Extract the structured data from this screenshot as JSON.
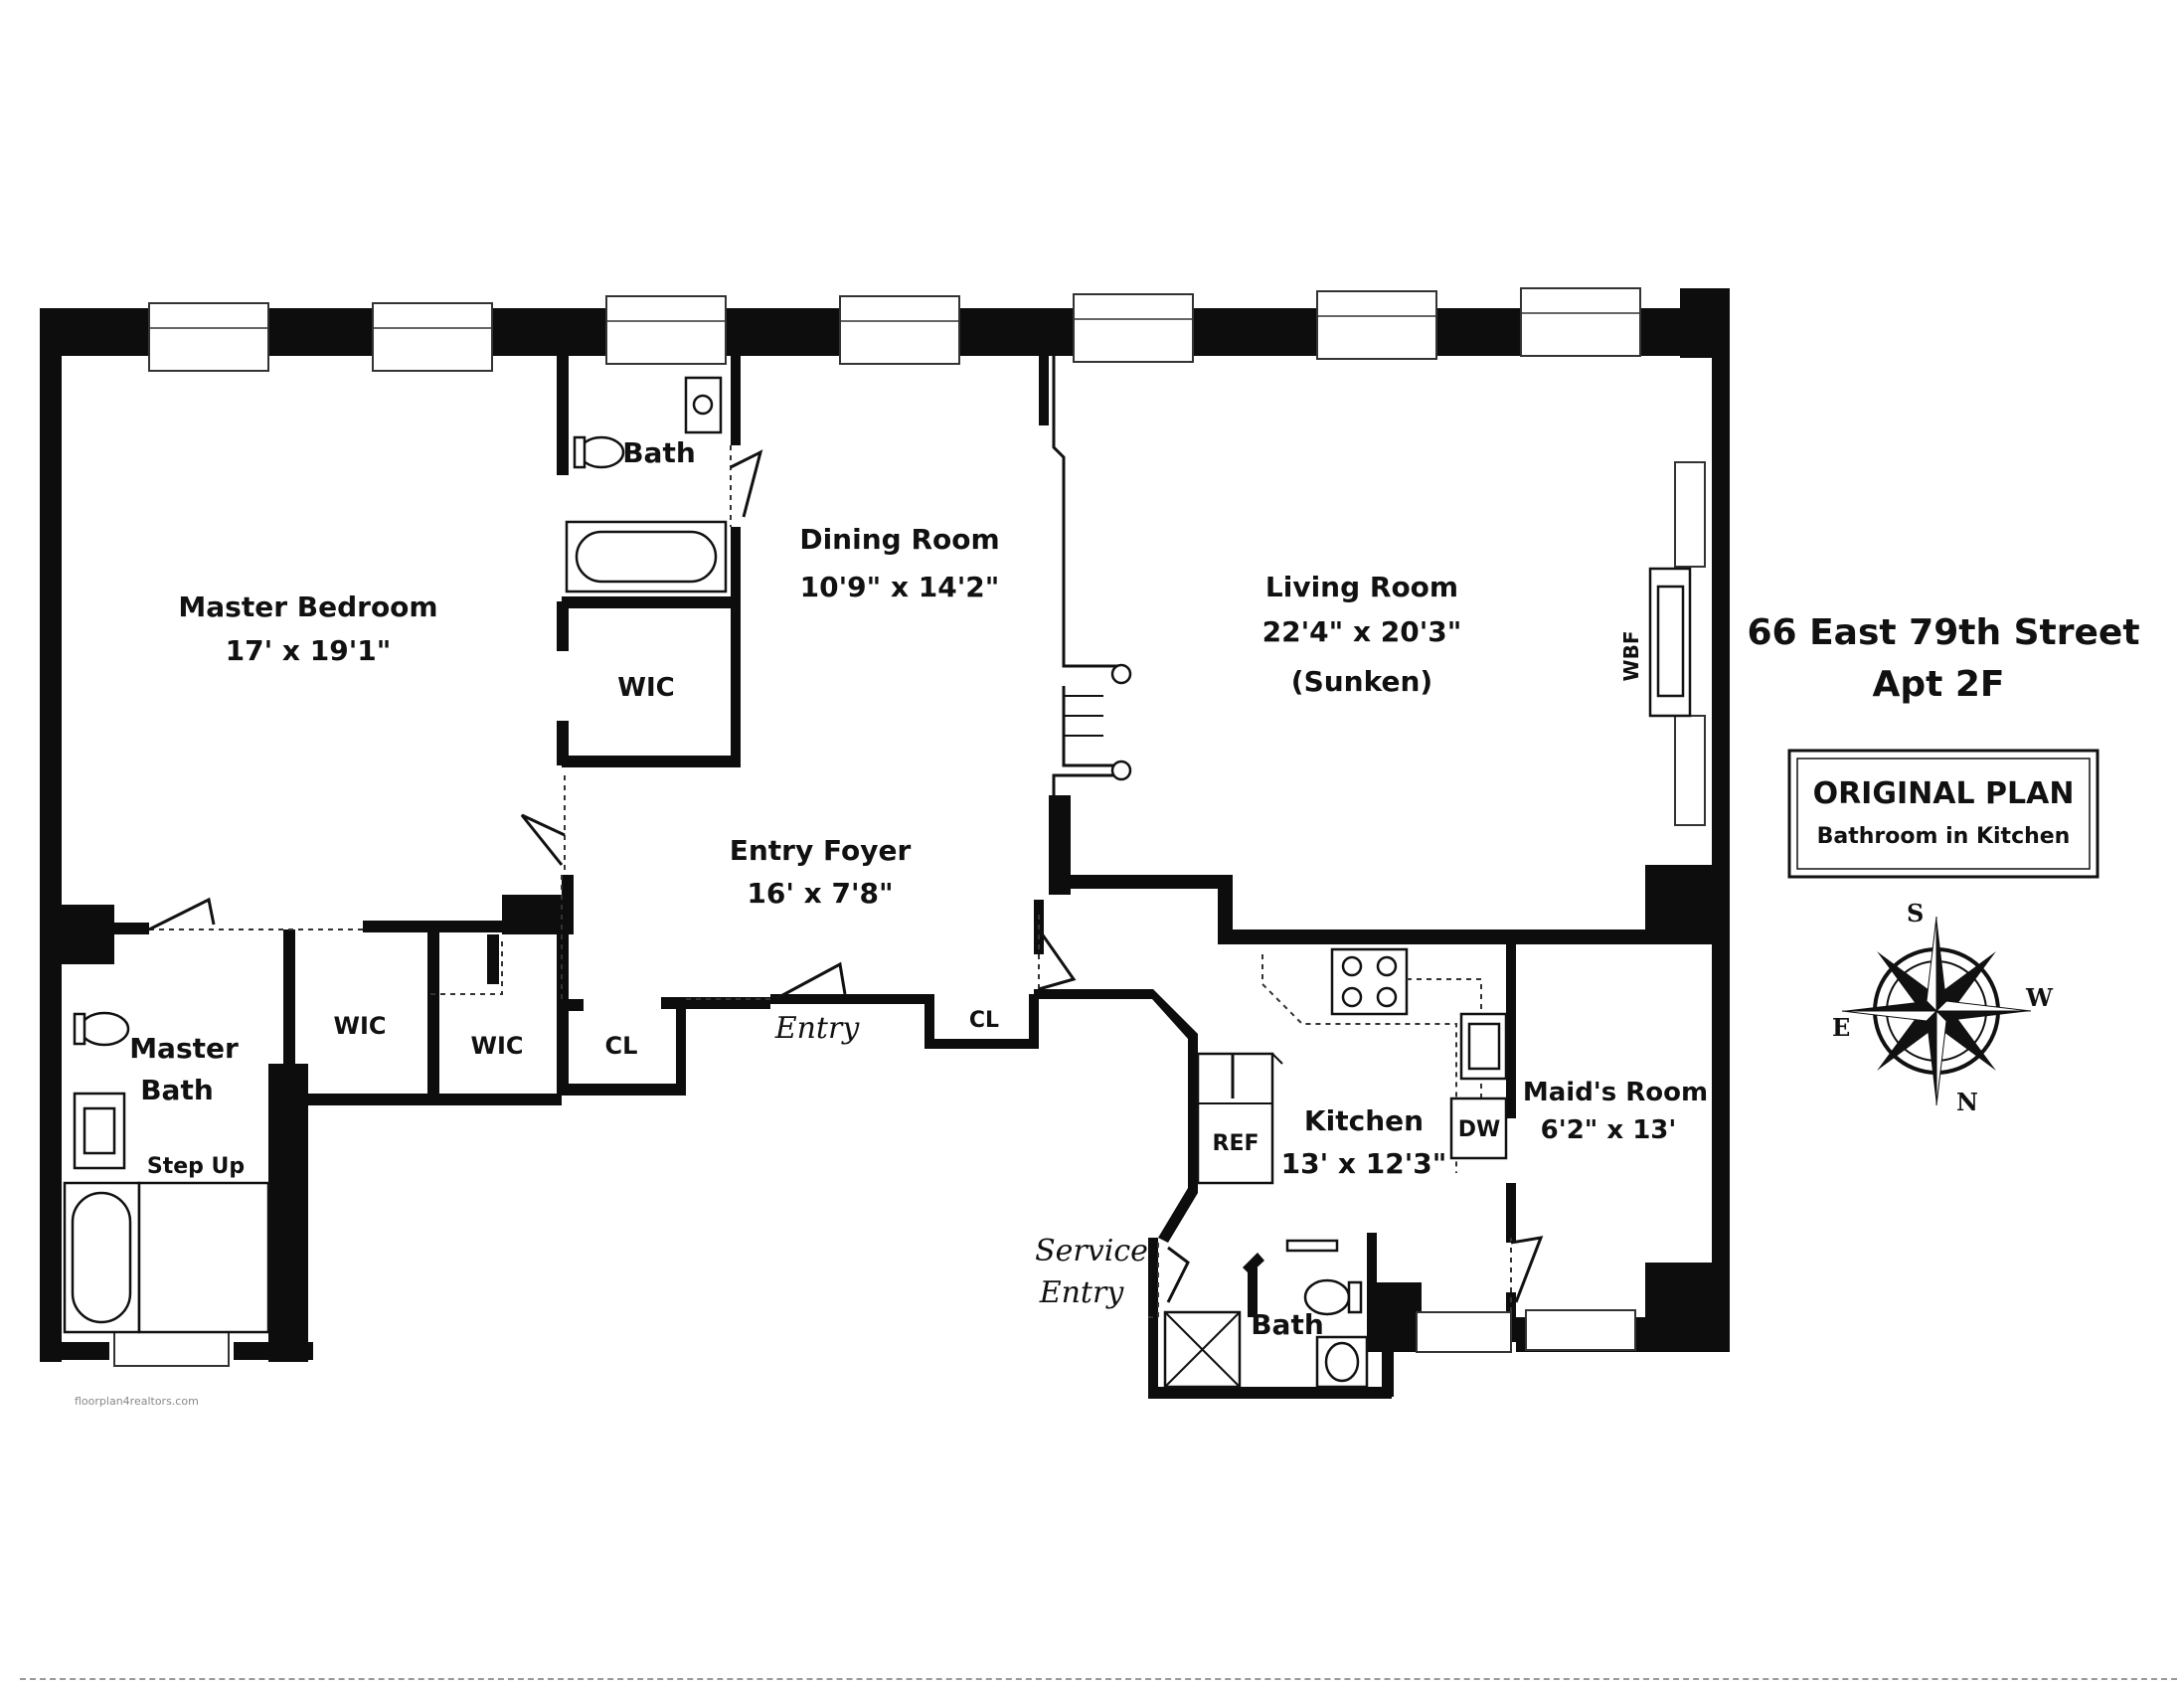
{
  "address": {
    "street": "66 East 79th Street",
    "unit": "Apt 2F"
  },
  "plan_badge": {
    "title": "ORIGINAL PLAN",
    "subtitle": "Bathroom in Kitchen"
  },
  "compass": {
    "s": "S",
    "w": "W",
    "e": "E",
    "n": "N"
  },
  "rooms": {
    "master_bedroom": {
      "name": "Master Bedroom",
      "size": "17' x 19'1\""
    },
    "bath_top": {
      "name": "Bath"
    },
    "dining_room": {
      "name": "Dining Room",
      "size": "10'9\" x 14'2\""
    },
    "living_room": {
      "name": "Living Room",
      "size": "22'4\" x 20'3\"",
      "note": "(Sunken)"
    },
    "wbf": "WBF",
    "wic_dining": "WIC",
    "entry_foyer": {
      "name": "Entry Foyer",
      "size": "16' x 7'8\""
    },
    "master_bath": {
      "name1": "Master",
      "name2": "Bath",
      "step": "Step Up"
    },
    "wic_1": "WIC",
    "wic_2": "WIC",
    "cl_1": "CL",
    "cl_2": "CL",
    "entry": "Entry",
    "kitchen": {
      "name": "Kitchen",
      "size": "13' x 12'3\""
    },
    "ref": "REF",
    "dw": "DW",
    "maids_room": {
      "name": "Maid's Room",
      "size": "6'2\" x 13'"
    },
    "service_entry": {
      "line1": "Service",
      "line2": "Entry"
    },
    "bath_kitchen": "Bath"
  },
  "watermark": "floorplan4realtors.com"
}
